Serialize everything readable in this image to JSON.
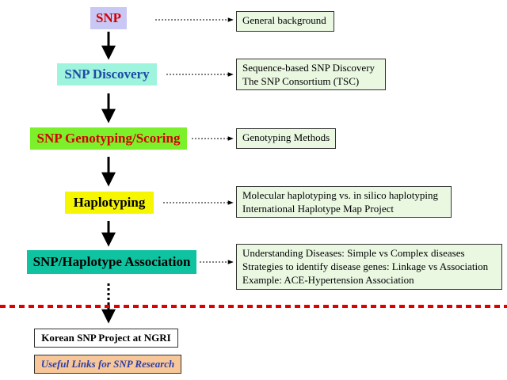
{
  "flow": {
    "steps": [
      {
        "label": "SNP",
        "color": "#c9c7f4",
        "text_color": "#d40000"
      },
      {
        "label": "SNP Discovery",
        "color": "#9ef4dc",
        "text_color": "#1f4aa6"
      },
      {
        "label": "SNP Genotyping/Scoring",
        "color": "#7cf02a",
        "text_color": "#d40000"
      },
      {
        "label": "Haplotyping",
        "color": "#f6f600",
        "text_color": "#000000"
      },
      {
        "label": "SNP/Haplotype Association",
        "color": "#0fc2a0",
        "text_color": "#000000"
      }
    ]
  },
  "notes": [
    {
      "lines": [
        "General background"
      ]
    },
    {
      "lines": [
        "Sequence-based SNP Discovery",
        "The SNP Consortium (TSC)"
      ]
    },
    {
      "lines": [
        "Genotyping Methods"
      ]
    },
    {
      "lines": [
        "Molecular haplotyping vs. in silico haplotyping",
        "International Haplotype Map Project"
      ]
    },
    {
      "lines": [
        "Understanding Diseases: Simple vs Complex diseases",
        "Strategies to identify disease genes: Linkage vs Association",
        "Example: ACE-Hypertension Association"
      ]
    }
  ],
  "links": {
    "korean": "Korean SNP Project at NGRI",
    "useful": "Useful Links for SNP Research"
  },
  "colors": {
    "divider": "#e00000",
    "note_bg": "#eaf8e2",
    "useful_link_bg": "#f7c79a"
  }
}
